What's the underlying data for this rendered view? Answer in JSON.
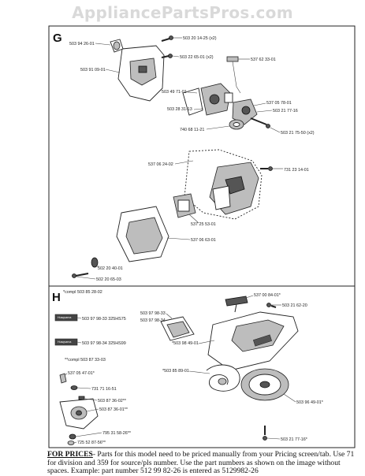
{
  "watermark": "AppliancePartsPros.com",
  "section_g": {
    "letter": "G",
    "labels": [
      "503 94 26-01",
      "503 20 14-25 (x2)",
      "503 22 65-01 (x2)",
      "537 62 33-01",
      "503 91 09-01",
      "503 49 71-01",
      "503 28 31-13",
      "537 05 78-01",
      "503 21 77-16",
      "740 68 11-21",
      "503 21 75-50 (x2)",
      "537 06 24-02",
      "731 23 14-01",
      "537 25 53-01",
      "537 06 63-01",
      "502 20 40-01",
      "502 20 65-03"
    ]
  },
  "section_h": {
    "letter": "H",
    "labels": [
      "*compl 503 85 28-02",
      "537 00 84-01*",
      "503 21 62-20",
      "503 97 98-33 325HS75",
      "503 97 98-34",
      "503 97 98-33",
      "503 97 98-34 325HS99",
      "*503 98 49-01",
      "**compl 503 87 33-03",
      "*503 85 89-01",
      "537 05 47-01*",
      "731 71 16-51",
      "503 87 36-02**",
      "503 87 36-01**",
      "503 96 49-01*",
      "795 31 58-26**",
      "725 52 87-56**",
      "503 21 77-16*"
    ],
    "badge_text": "Husqvarna"
  },
  "footer": {
    "label": "FOR PRICES",
    "text": "- Parts for this model need to be priced manually from your Pricing screen/tab. Use 71 for division and 359 for source/pls number.  Use the part numbers as shown on the image without spaces.  Example: part number 512 99 82-26 is entered as 5129982-26"
  }
}
